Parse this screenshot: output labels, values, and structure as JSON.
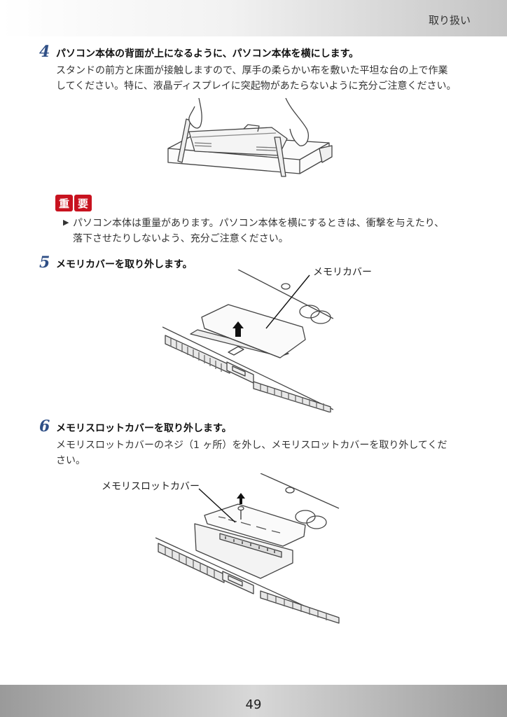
{
  "header": {
    "title": "取り扱い"
  },
  "steps": [
    {
      "num": "4",
      "title": "パソコン本体の背面が上になるように、パソコン本体を横にします。",
      "lines": [
        "スタンドの前方と床面が接触しますので、厚手の柔らかい布を敷いた平坦な台の上で作業",
        "してください。特に、液晶ディスプレイに突起物があたらないように充分ご注意ください。"
      ]
    },
    {
      "num": "5",
      "title": "メモリカバーを取り外します。",
      "figure_label": "メモリカバー"
    },
    {
      "num": "6",
      "title": "メモリスロットカバーを取り外します。",
      "lines": [
        "メモリスロットカバーのネジ（1 ヶ所）を外し、メモリスロットカバーを取り外してくだ",
        "さい。"
      ],
      "figure_label": "メモリスロットカバー"
    }
  ],
  "important": {
    "badge_chars": [
      "重",
      "要"
    ],
    "lines": [
      "パソコン本体は重量があります。パソコン本体を横にするときは、衝撃を与えたり、",
      "落下させたりしないよう、充分ご注意ください。"
    ]
  },
  "footer": {
    "page_number": "49"
  },
  "colors": {
    "step_number": "#2f4f86",
    "badge": "#c8121f"
  }
}
